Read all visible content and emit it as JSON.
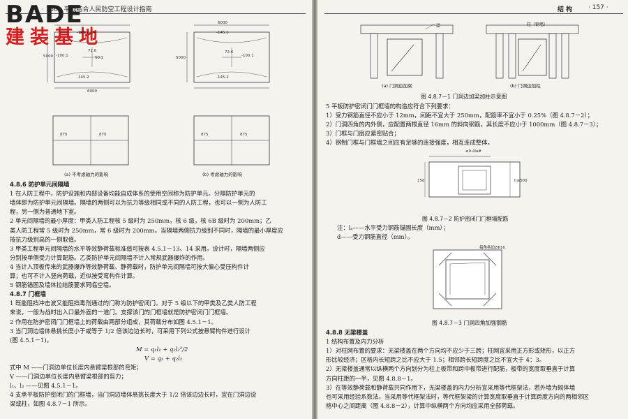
{
  "header_left": "· 156 · 平战结合人民防空工程设计指南",
  "header_right_title": "结 构",
  "header_right_page": "· 157 ·",
  "logo": {
    "top": "BADE",
    "bottom": "建装基地"
  },
  "left_figs": {
    "dim_top": "6000",
    "dim_side": "5000",
    "v_top_left": "-145.2",
    "v_bottom_left": "-145.2",
    "v_top_right": "-145.2",
    "v_bottom_right": "-145.2",
    "v_left": "-100.1",
    "v_right": "-100.1",
    "v_center_a": "72.6",
    "v_center_b": "50.1",
    "v_edge": "875",
    "cap_a": "(a) 不考虑轴力的影响",
    "cap_b": "(b) 考虑轴力的影响"
  },
  "left_text": [
    {
      "t": "4.8.6  防护单元间隔墙",
      "sec": true
    },
    {
      "t": "    1  在人防工程中，防护设施和内部设备均能自成体系的使用空间称为防护单元。分隔防护单元的"
    },
    {
      "t": "墙体即为防护单元间隔墙。隔墙的两侧可以为抗力等级相同或不同的人防工程，也可以一侧为人防工"
    },
    {
      "t": "程，另一侧为普通地下室。"
    },
    {
      "t": "    2  单元间隔墙的最小厚度：甲类人防工程核 5 级时为 250mm，核 6 级，核 6B 级时为 200mm；乙"
    },
    {
      "t": "类人防工程常 5 级时为 250mm，常 6 级时为 200mm。当隔墙两侧抗力级别不同时，隔墙的最小厚度应"
    },
    {
      "t": "按抗力级别高的一侧取值。"
    },
    {
      "t": "    3  甲类工程单元间隔墙的水平等效静荷载标准值可按表 4.5.1－13、14 采用。设计时，隔墙两侧应"
    },
    {
      "t": "分别按单侧受力计算配筋。乙类防护单元间隔墙不计入常规武器爆炸的作用。"
    },
    {
      "t": "    4  当计入顶板传来的武器爆炸等效静荷载、静荷载时，防护单元间隔墙可按大偏心受压构件计"
    },
    {
      "t": "算；也可不计入竖向荷载，近似按受弯构件计算。"
    },
    {
      "t": "    5  钢筋锚固及墙体拉结筋要求同临空墙。"
    },
    {
      "t": "4.8.7  门框墙",
      "sec": true
    },
    {
      "t": "    1  既能阻挡冲击波又能阻挡毒剂通过的门称为防护密闭门。对于 5 级以下的甲类及乙类人防工程"
    },
    {
      "t": "来说，一般为战时出入口最外面的一道门。支撑该门的门框墙就是防护密闭门门框墙。"
    },
    {
      "t": "    2  作用在防护密闭门门框墙上的荷载由两部分组成，其荷载分布如图 4.5.1－1。"
    },
    {
      "t": "    3  当门洞边墙体悬挑长度小于或等于 1/2 倍该边边长时，可采用下列公式按悬臂构件进行设计"
    },
    {
      "t": "(图 4.5.1－1)。"
    }
  ],
  "formula_1": "M = q₁l₁ + q₂l₂²/2",
  "formula_2": "V = q₁ + q₂l₂",
  "where": [
    {
      "t": "式中   M ——门洞边单位长度内悬臂梁根部的弯矩；"
    },
    {
      "t": "         V ——门洞边单位长度内悬臂梁根部的剪力；"
    },
    {
      "t": "         l₁、l₂ ——见图 4.5.1－1。"
    },
    {
      "t": "    4  支承平板防护密闭门的门框墙，当门洞边墙体悬挑长度大于 1/2 倍该边边长时，宜在门洞边设"
    },
    {
      "t": "梁或柱，如图 4.8.7－1 所示。"
    }
  ],
  "right_fig1": {
    "label_beam": "梁",
    "label_col": "柱（钢墙）",
    "cap_a": "(a) 门洞边加梁",
    "cap_b": "(b) 门洞边加柱",
    "caption": "图 4.8.7－1  门洞边加梁加柱示意图"
  },
  "right_text_1": [
    {
      "t": "    5  平板防护密闭门门框墙的构造应符合下列要求："
    },
    {
      "t": "    1）受力钢筋直径不应小于 12mm，间距不宜大于 250mm，配筋率不宜小于 0.25%（图 4.8.7－2）；"
    },
    {
      "t": "    2）门洞四角的内外侧，应配置两根直径 16mm 的斜向钢筋，其长度不应小于 1000mm（图 4.8.7－3）；"
    },
    {
      "t": "    3）门框与门扇应紧密贴合；"
    },
    {
      "t": "    4）钢制门框与门框墙之间应有足够的连接强度，相互连成整体。"
    }
  ],
  "right_fig2": {
    "dim_la": "≥0.4la#",
    "dim_left": "15d",
    "dim_right": "h≥500",
    "caption": "图 4.8.7－2  防护密闭门门框墙配筋"
  },
  "note": [
    {
      "t": "注：lₐ——水平受力钢筋锚固长度（mm）；"
    },
    {
      "t": "        d——受力钢筋直径（mm）。"
    }
  ],
  "right_fig3": {
    "label": "每角各加2Φ16",
    "caption": "图 4.8.7－3  门洞四角加强钢筋"
  },
  "right_text_2": [
    {
      "t": "4.8.8  无梁楼盖",
      "sec": true
    },
    {
      "t": "    1  结构布置及内力分析"
    },
    {
      "t": "    1）对柱网布置的要求：无梁楼盖在两个方向均不应少于三跨；柱网宜采用正方形或矩形，以正方"
    },
    {
      "t": "形比较经济；区格内长短跨之比不应大于 1.5；相邻跨长短跨度之比不宜大于 4：3。"
    },
    {
      "t": "    2）无梁楼盖通常以纵横两个方向划分为柱上板带和跨中板带进行配筋，板带的宽度取垂直于计算"
    },
    {
      "t": "方向柱距的一半，见图 4.8.8－1。"
    },
    {
      "t": "    3）在等效静荷载和静荷载共同作用下，无梁楼盖的内力分析宜采用等代框架法，若外墙为砌体墙"
    },
    {
      "t": "也可采用经验系数法。当采用等代框架法时，等代框架梁的计算宽度取垂直于计算跨度方向的两相邻区"
    },
    {
      "t": "格中心之间距离（图 4.8.8－2），计算中纵横两个方向均应采用全部荷载。"
    }
  ]
}
